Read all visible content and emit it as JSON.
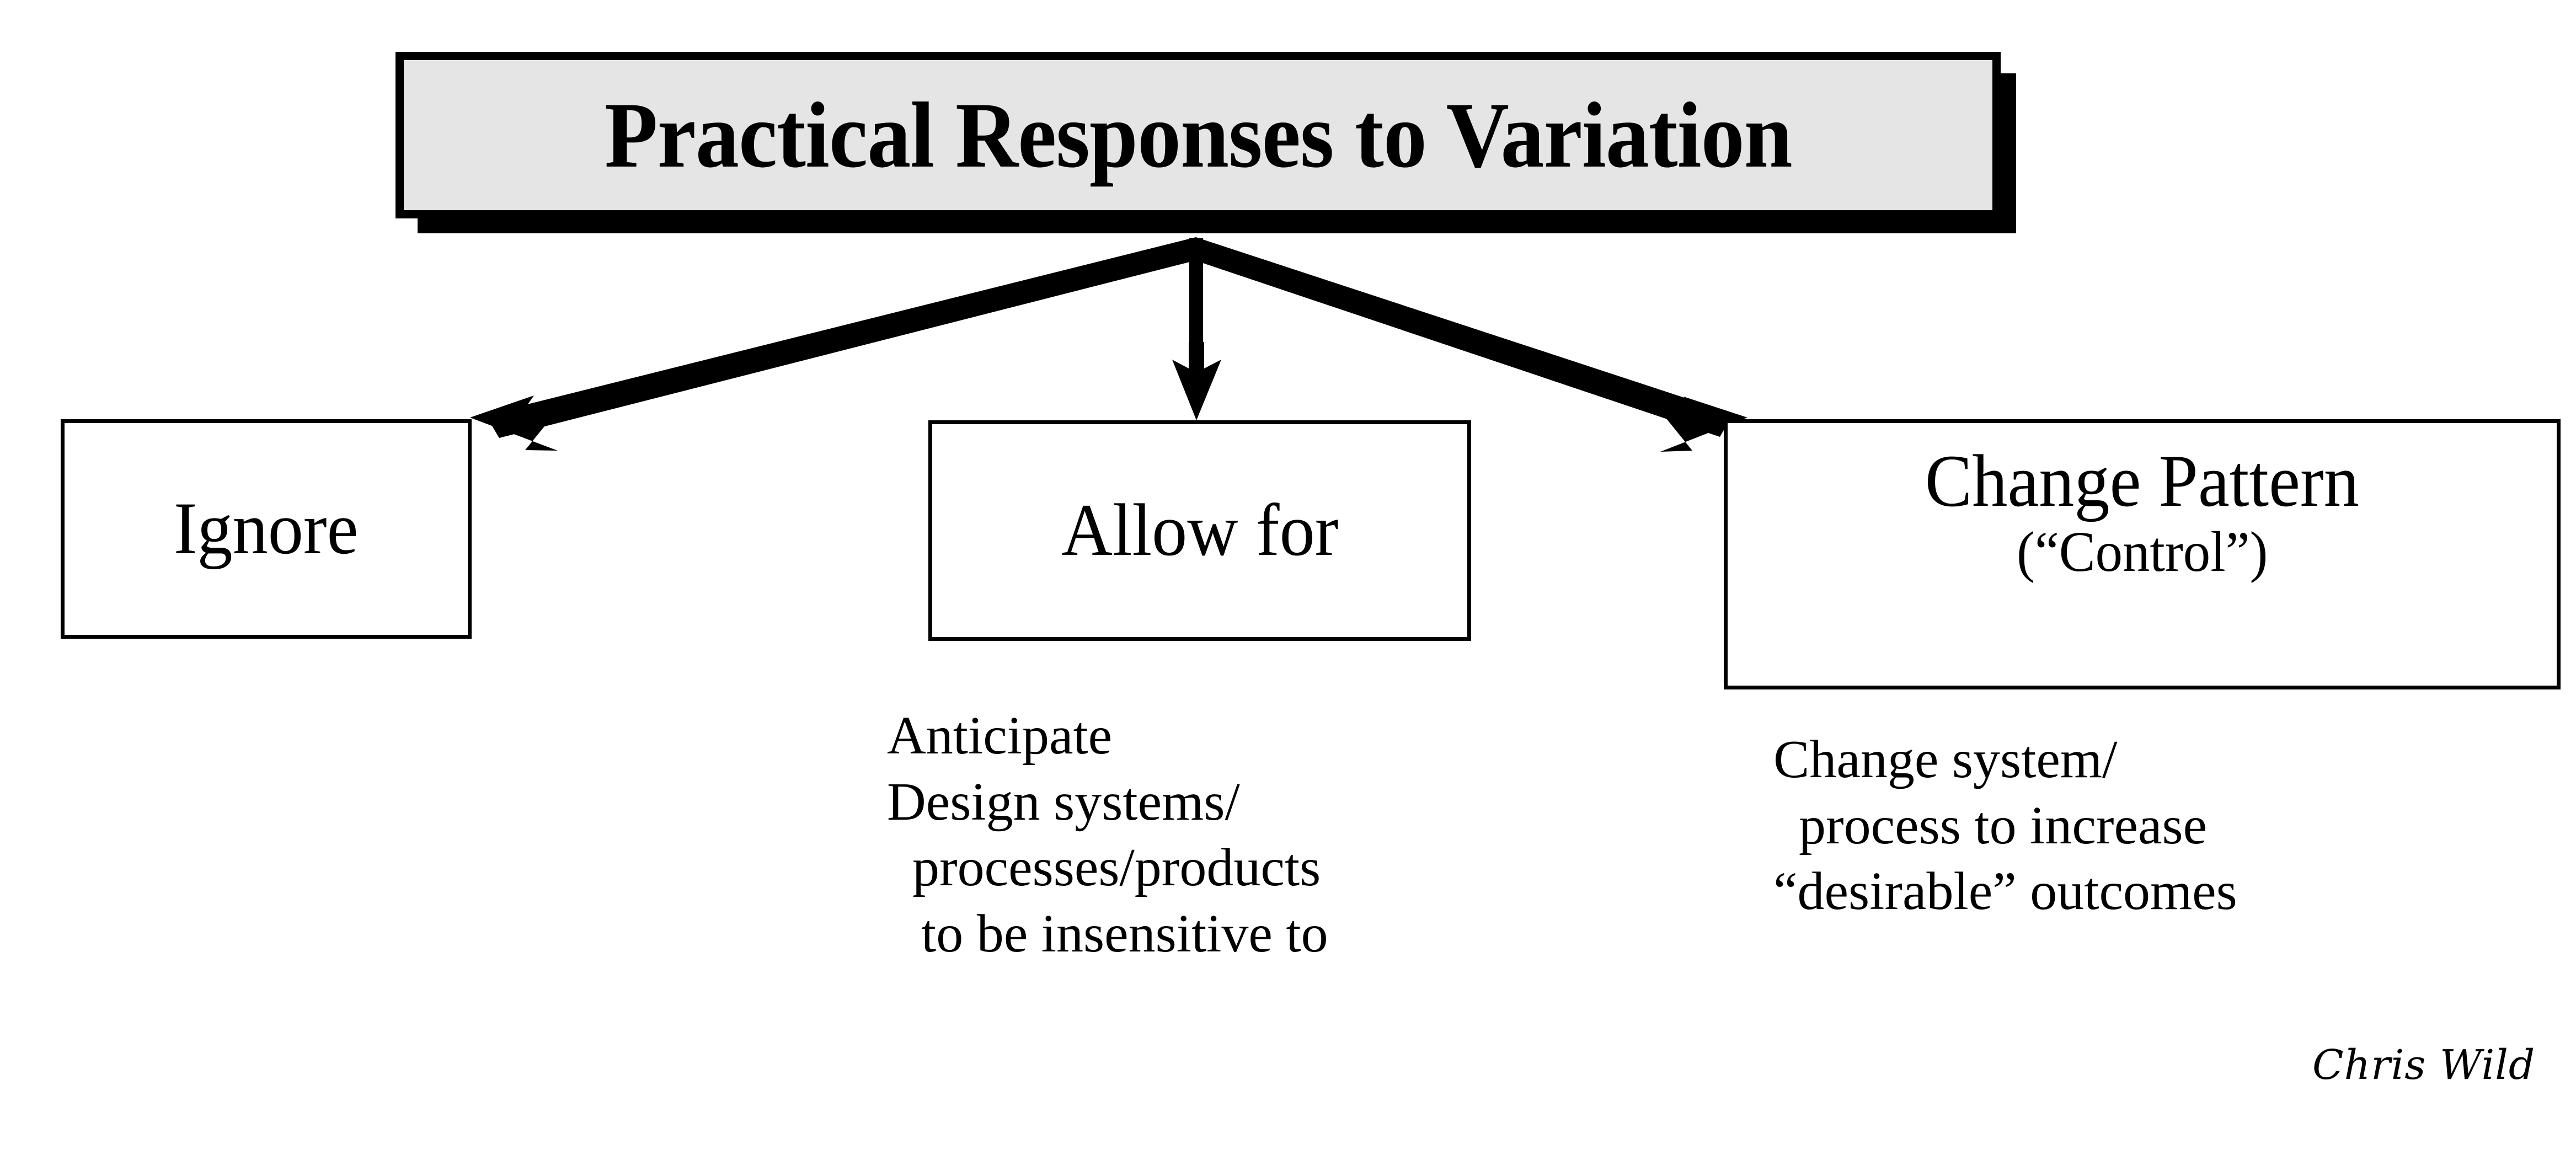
{
  "slide": {
    "title": "Practical Responses to Variation",
    "signature": "Chris Wild"
  },
  "colors": {
    "title_fill": "#E5E5E5",
    "line": "#000000",
    "background": "#FFFFFF",
    "shadow": "#000000"
  },
  "boxes": [
    {
      "id": "ignore",
      "line1": "Ignore",
      "line2": "",
      "caption": []
    },
    {
      "id": "allow",
      "line1": "Allow for",
      "line2": "",
      "caption": [
        "Anticipate",
        "Design systems/",
        "processes/products",
        "to be insensitive to"
      ]
    },
    {
      "id": "change",
      "line1": "Change Pattern",
      "line2": "(“Control”)",
      "caption": [
        "Change system/",
        "process to increase",
        "“desirable” outcomes"
      ]
    }
  ],
  "arrows": [
    {
      "id": "left",
      "from": "title",
      "to": "ignore",
      "direction": "down-left"
    },
    {
      "id": "center",
      "from": "title",
      "to": "allow",
      "direction": "down"
    },
    {
      "id": "right",
      "from": "title",
      "to": "change",
      "direction": "down-right"
    }
  ]
}
